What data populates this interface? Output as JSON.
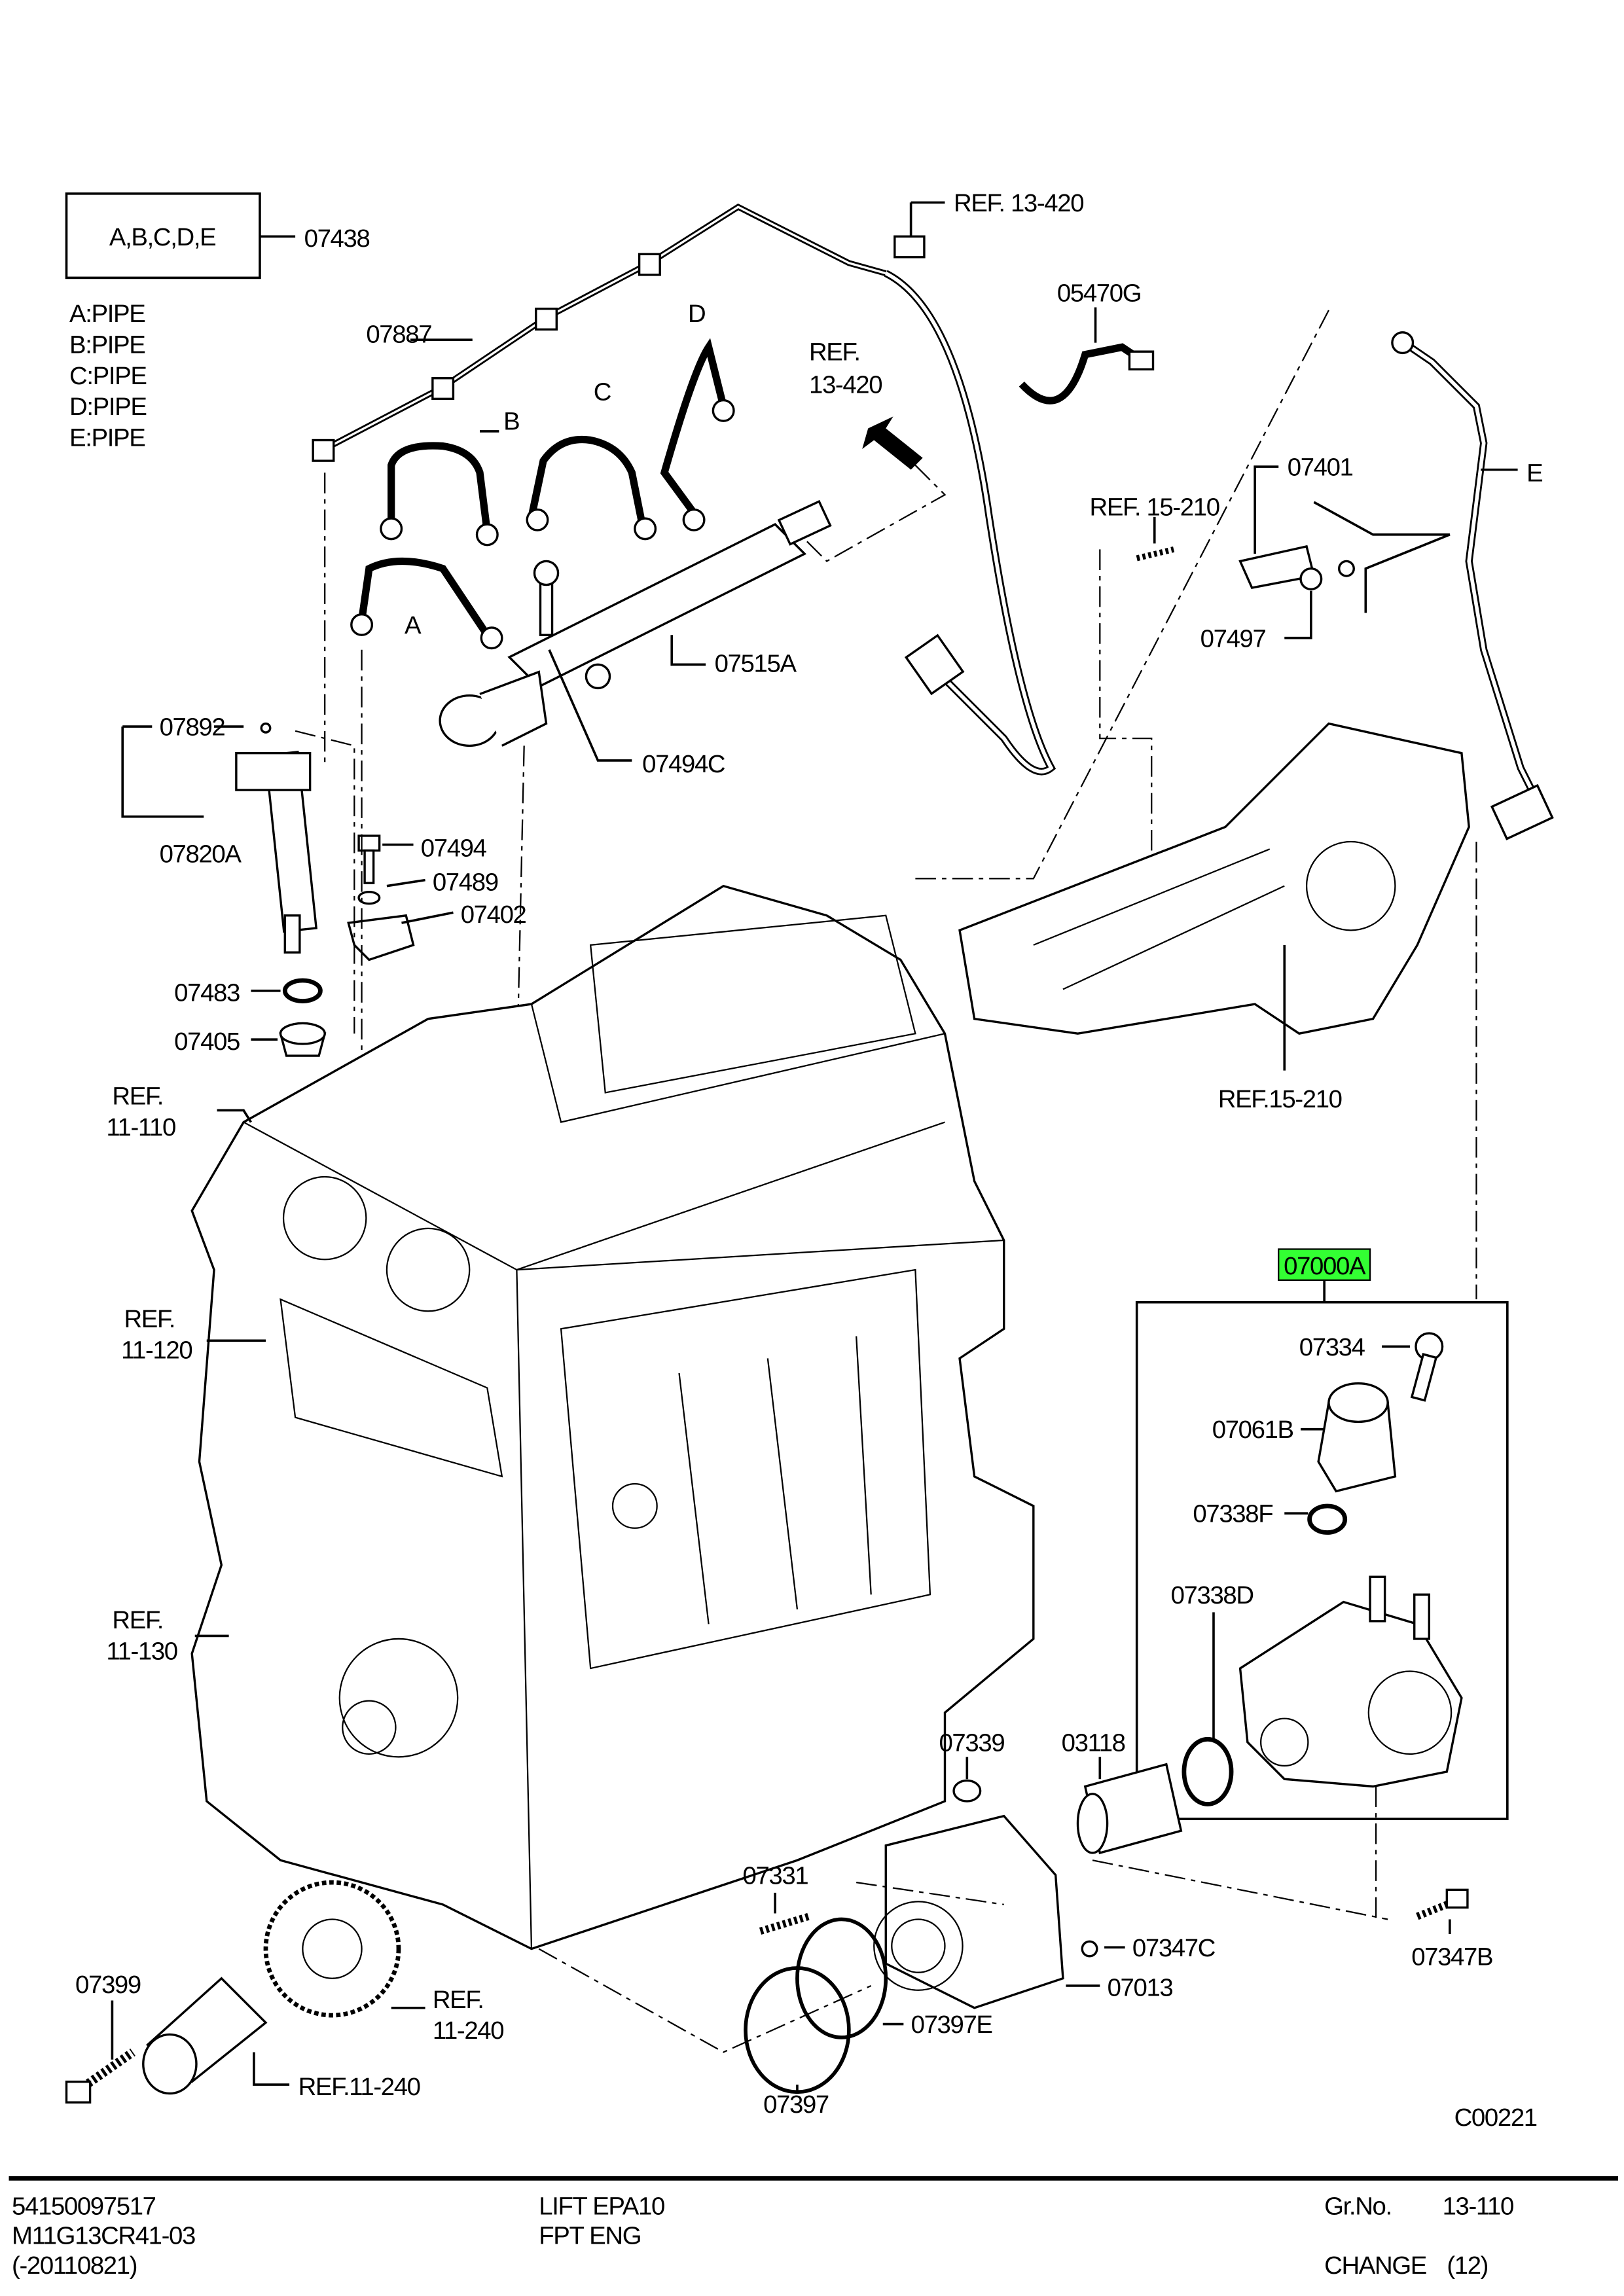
{
  "diagram": {
    "legend_box": "A,B,C,D,E",
    "legend_box_part": "07438",
    "legend": [
      "A:PIPE",
      "B:PIPE",
      "C:PIPE",
      "D:PIPE",
      "E:PIPE"
    ],
    "pipe_letters": {
      "a": "A",
      "b": "B",
      "c": "C",
      "d": "D",
      "e": "E"
    },
    "assembly_highlight_color": "#33ff33",
    "assembly": {
      "number": "07000A",
      "parts": [
        "07334",
        "07061B",
        "07338F",
        "07338D"
      ]
    },
    "callouts": {
      "p07887": "07887",
      "p05470G": "05470G",
      "p07401": "07401",
      "p07497": "07497",
      "p07515A": "07515A",
      "p07494C": "07494C",
      "p07892": "07892",
      "p07820A": "07820A",
      "p07494": "07494",
      "p07489": "07489",
      "p07402": "07402",
      "p07483": "07483",
      "p07405": "07405",
      "p07339": "07339",
      "p03118": "03118",
      "p07331": "07331",
      "p07347C": "07347C",
      "p07013": "07013",
      "p07397E": "07397E",
      "p07397": "07397",
      "p07347B": "07347B",
      "p07399": "07399"
    },
    "refs": {
      "r13_420_top": "REF. 13-420",
      "r13_420_mid_1": "REF.",
      "r13_420_mid_2": "13-420",
      "r15_210_top": "REF. 15-210",
      "r15_210_bottom": "REF.15-210",
      "r11_110_1": "REF.",
      "r11_110_2": "11-110",
      "r11_120_1": "REF.",
      "r11_120_2": "11-120",
      "r11_130_1": "REF.",
      "r11_130_2": "11-130",
      "r11_240_a1": "REF.",
      "r11_240_a2": "11-240",
      "r11_240_b": "REF.11-240"
    },
    "illustration_code": "C00221"
  },
  "footer": {
    "part_number": "54150097517",
    "model_code": "M11G13CR41-03",
    "date_range": "(-20110821)",
    "model_name": "LIFT EPA10",
    "engine": "FPT ENG",
    "group_label": "Gr.No.",
    "group_value": "13-110",
    "change_label": "CHANGE",
    "change_value": "(12)"
  }
}
